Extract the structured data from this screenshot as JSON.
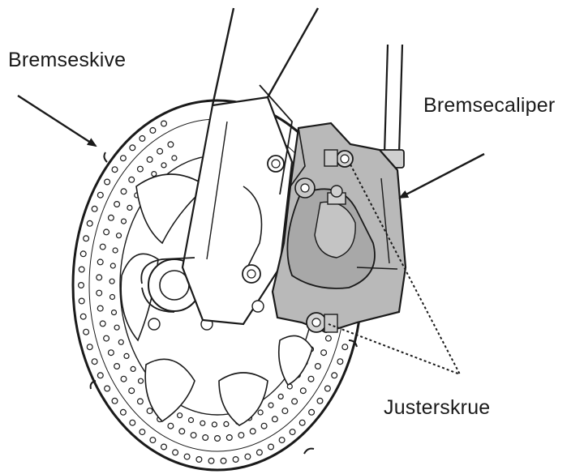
{
  "diagram": {
    "labels": {
      "brake_disc": "Bremseskive",
      "brake_caliper": "Bremsecaliper",
      "adjusting_screw": "Justerskrue"
    },
    "colors": {
      "line": "#1a1a1a",
      "caliper_fill": "#b9b9b9",
      "caliper_dark": "#9a9a9a",
      "background": "#ffffff"
    }
  }
}
